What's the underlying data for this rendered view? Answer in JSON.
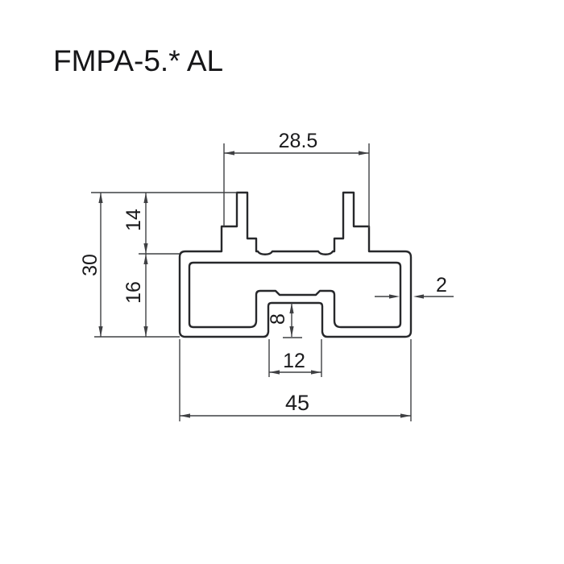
{
  "title": "FMPA-5.* AL",
  "drawing_type": "aluminium profile cross-section",
  "dimensions": {
    "slot_span": {
      "label": "28.5"
    },
    "fin_height": {
      "label": "14"
    },
    "total_height": {
      "label": "30"
    },
    "body_height": {
      "label": "16"
    },
    "wall_thickness": {
      "label": "2"
    },
    "channel_depth": {
      "label": "8"
    },
    "channel_width": {
      "label": "12"
    },
    "total_width": {
      "label": "45"
    }
  },
  "colors": {
    "background": "#ffffff",
    "outline": "#27282b",
    "dimension_lines": "#3f4043",
    "text": "#1a1a1c"
  }
}
